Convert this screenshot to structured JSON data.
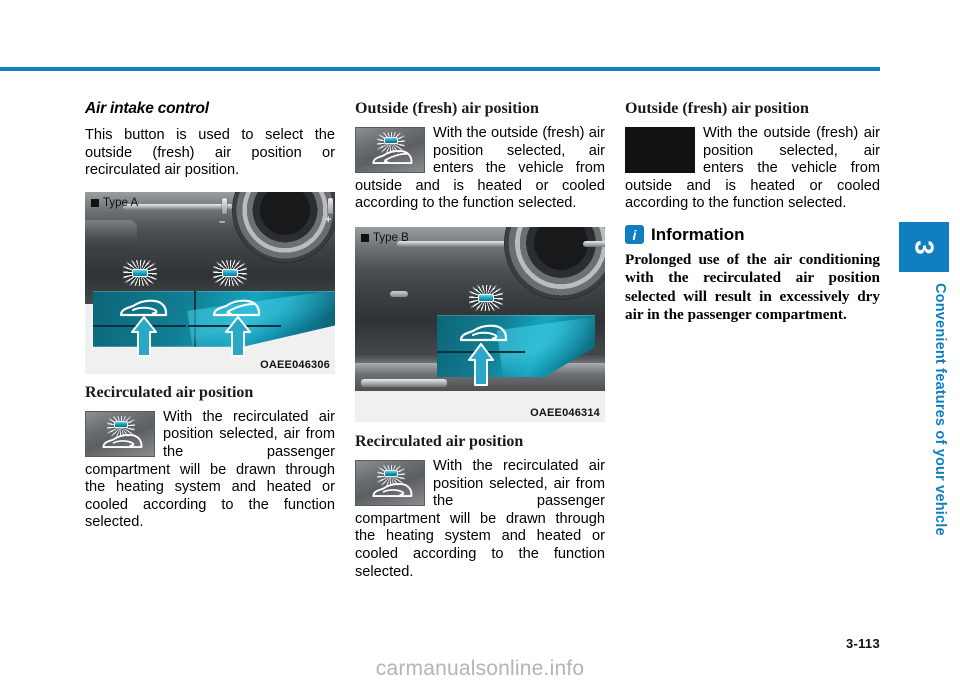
{
  "page": {
    "number": "3-113",
    "watermark": "carmanualsonline.info",
    "accent_color": "#0f7fc2",
    "rule_color": "#0f82c6"
  },
  "side_tab": {
    "chapter_number": "3",
    "chapter_title": "Convenient features of your vehicle"
  },
  "column1": {
    "heading": "Air intake control",
    "intro": "This button is used to select the outside (fresh) air position or recirculated air position.",
    "figure": {
      "type_label": "Type A",
      "type_marker_icon": "black-square-marker",
      "code": "OAEE046306",
      "buttons": [
        {
          "icon": "recirculated-air-icon",
          "indicator": "led-on"
        },
        {
          "icon": "outside-fresh-air-icon",
          "indicator": "led-on"
        }
      ]
    },
    "section": {
      "heading": "Recirculated air position",
      "icon": "recirculated-air-button-icon",
      "body": "With the recirculated air position selected, air from the passenger compartment will be drawn through the heating system and heated or cooled according to the function selected."
    }
  },
  "column2": {
    "section_top": {
      "heading": "Outside (fresh) air position",
      "icon": "outside-fresh-air-button-icon",
      "body": "With the outside (fresh) air position selected, air enters the vehicle from outside and is heated or cooled according to the function selected."
    },
    "figure": {
      "type_label": "Type B",
      "type_marker_icon": "black-square-marker",
      "code": "OAEE046314",
      "buttons": [
        {
          "icon": "recirculated-air-icon",
          "indicator": "led-on"
        }
      ]
    },
    "section_bottom": {
      "heading": "Recirculated air position",
      "icon": "recirculated-air-button-icon",
      "body": "With the recirculated air position selected, air from the passenger compartment will be drawn through the heating system and heated or cooled according to the function selected."
    }
  },
  "column3": {
    "section": {
      "heading": "Outside (fresh) air position",
      "icon": "blank-black-thumbnail",
      "body": "With the outside (fresh) air position selected, air enters the vehicle from outside and is heated or cooled according to the function selected."
    },
    "information": {
      "icon": "info-i-icon",
      "title": "Information",
      "body": "Prolonged use of the air conditioning with the recirculated air position selected will result in excessively dry air in the passenger compartment."
    }
  }
}
